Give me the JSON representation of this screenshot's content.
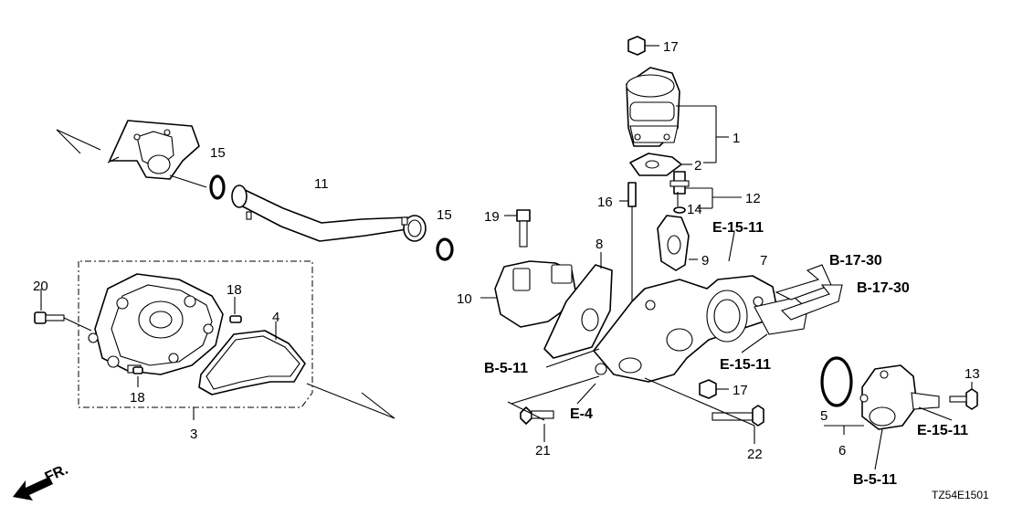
{
  "callouts": {
    "n1": "1",
    "n2": "2",
    "n3": "3",
    "n4": "4",
    "n5": "5",
    "n6": "6",
    "n7": "7",
    "n8": "8",
    "n9": "9",
    "n10": "10",
    "n11": "11",
    "n12": "12",
    "n13": "13",
    "n14": "14",
    "n15a": "15",
    "n15b": "15",
    "n16": "16",
    "n17a": "17",
    "n17b": "17",
    "n18a": "18",
    "n18b": "18",
    "n19": "19",
    "n20": "20",
    "n21": "21",
    "n22": "22"
  },
  "references": {
    "e15_11_top": "E-15-11",
    "b17_30_a": "B-17-30",
    "b17_30_b": "B-17-30",
    "b5_11_left": "B-5-11",
    "e15_11_mid": "E-15-11",
    "e4": "E-4",
    "e15_11_right": "E-15-11",
    "b5_11_bottom": "B-5-11"
  },
  "front_label": "FR.",
  "diagram_code": "TZ54E1501"
}
